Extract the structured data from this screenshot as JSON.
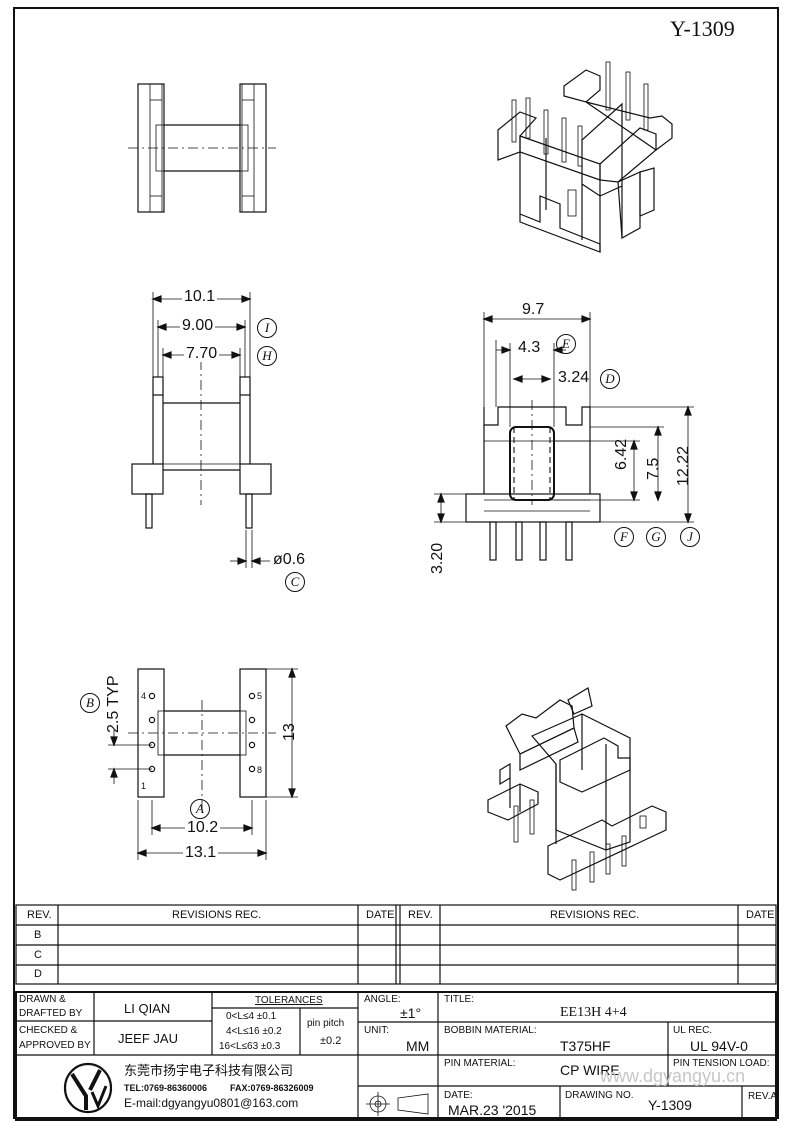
{
  "drawing_id": "Y-1309",
  "dimensions": {
    "d10_1": "10.1",
    "d9_00": "9.00",
    "d7_70": "7.70",
    "d0_6": "ø0.6",
    "d9_7": "9.7",
    "d4_3": "4.3",
    "d3_24": "3.24",
    "d6_42": "6.42",
    "d7_5": "7.5",
    "d12_22": "12.22",
    "d3_20": "3.20",
    "d2_5": "2.5 TYP",
    "d13": "13",
    "d10_2": "10.2",
    "d13_1": "13.1"
  },
  "callouts": {
    "A": "A",
    "B": "B",
    "C": "C",
    "E": "E",
    "F": "F",
    "G": "G",
    "H": "H",
    "I": "I",
    "J": "J"
  },
  "pin_numbers": {
    "p1": "1",
    "p4": "4",
    "p5": "5",
    "p8": "8"
  },
  "revisions": {
    "rev_header": "REV.",
    "rec_header": "REVISIONS   REC.",
    "date_header": "DATE",
    "rows": [
      "B",
      "C",
      "D"
    ]
  },
  "title_block": {
    "drawn_label_1": "DRAWN &",
    "drawn_label_2": "DRAFTED BY",
    "drawn_value": "LI QIAN",
    "checked_label_1": "CHECKED &",
    "checked_label_2": "APPROVED BY",
    "checked_value": "JEEF JAU",
    "tolerances_label": "TOLERANCES",
    "tol_1": "0<L≤4   ±0.1",
    "tol_2": "4<L≤16  ±0.2",
    "tol_3": "16<L≤63  ±0.3",
    "pin_pitch_label": "pin pitch",
    "pin_pitch_value": "±0.2",
    "angle_label": "ANGLE:",
    "angle_value": "±1°",
    "unit_label": "UNIT:",
    "unit_value": "MM",
    "title_label": "TITLE:",
    "title_value": "EE13H 4+4",
    "bobbin_label": "BOBBIN MATERIAL:",
    "bobbin_value": "T375HF",
    "ul_label": "UL REC.",
    "ul_value": "UL 94V-0",
    "pin_material_label": "PIN MATERIAL:",
    "pin_material_value": "CP WIRE",
    "pin_tension_label": "PIN TENSION LOAD:",
    "date_label": "DATE:",
    "date_value": "MAR.23 '2015",
    "drawing_no_label": "DRAWING NO.",
    "drawing_no_value": "Y-1309",
    "rev_label": "REV.A",
    "company_name": "东莞市扬宇电子科技有限公司",
    "company_tel": "TEL:0769-86360006",
    "company_fax": "FAX:0769-86326009",
    "company_email": "E-mail:dgyangyu0801@163.com",
    "watermark": "www.dgyangyu.cn"
  }
}
